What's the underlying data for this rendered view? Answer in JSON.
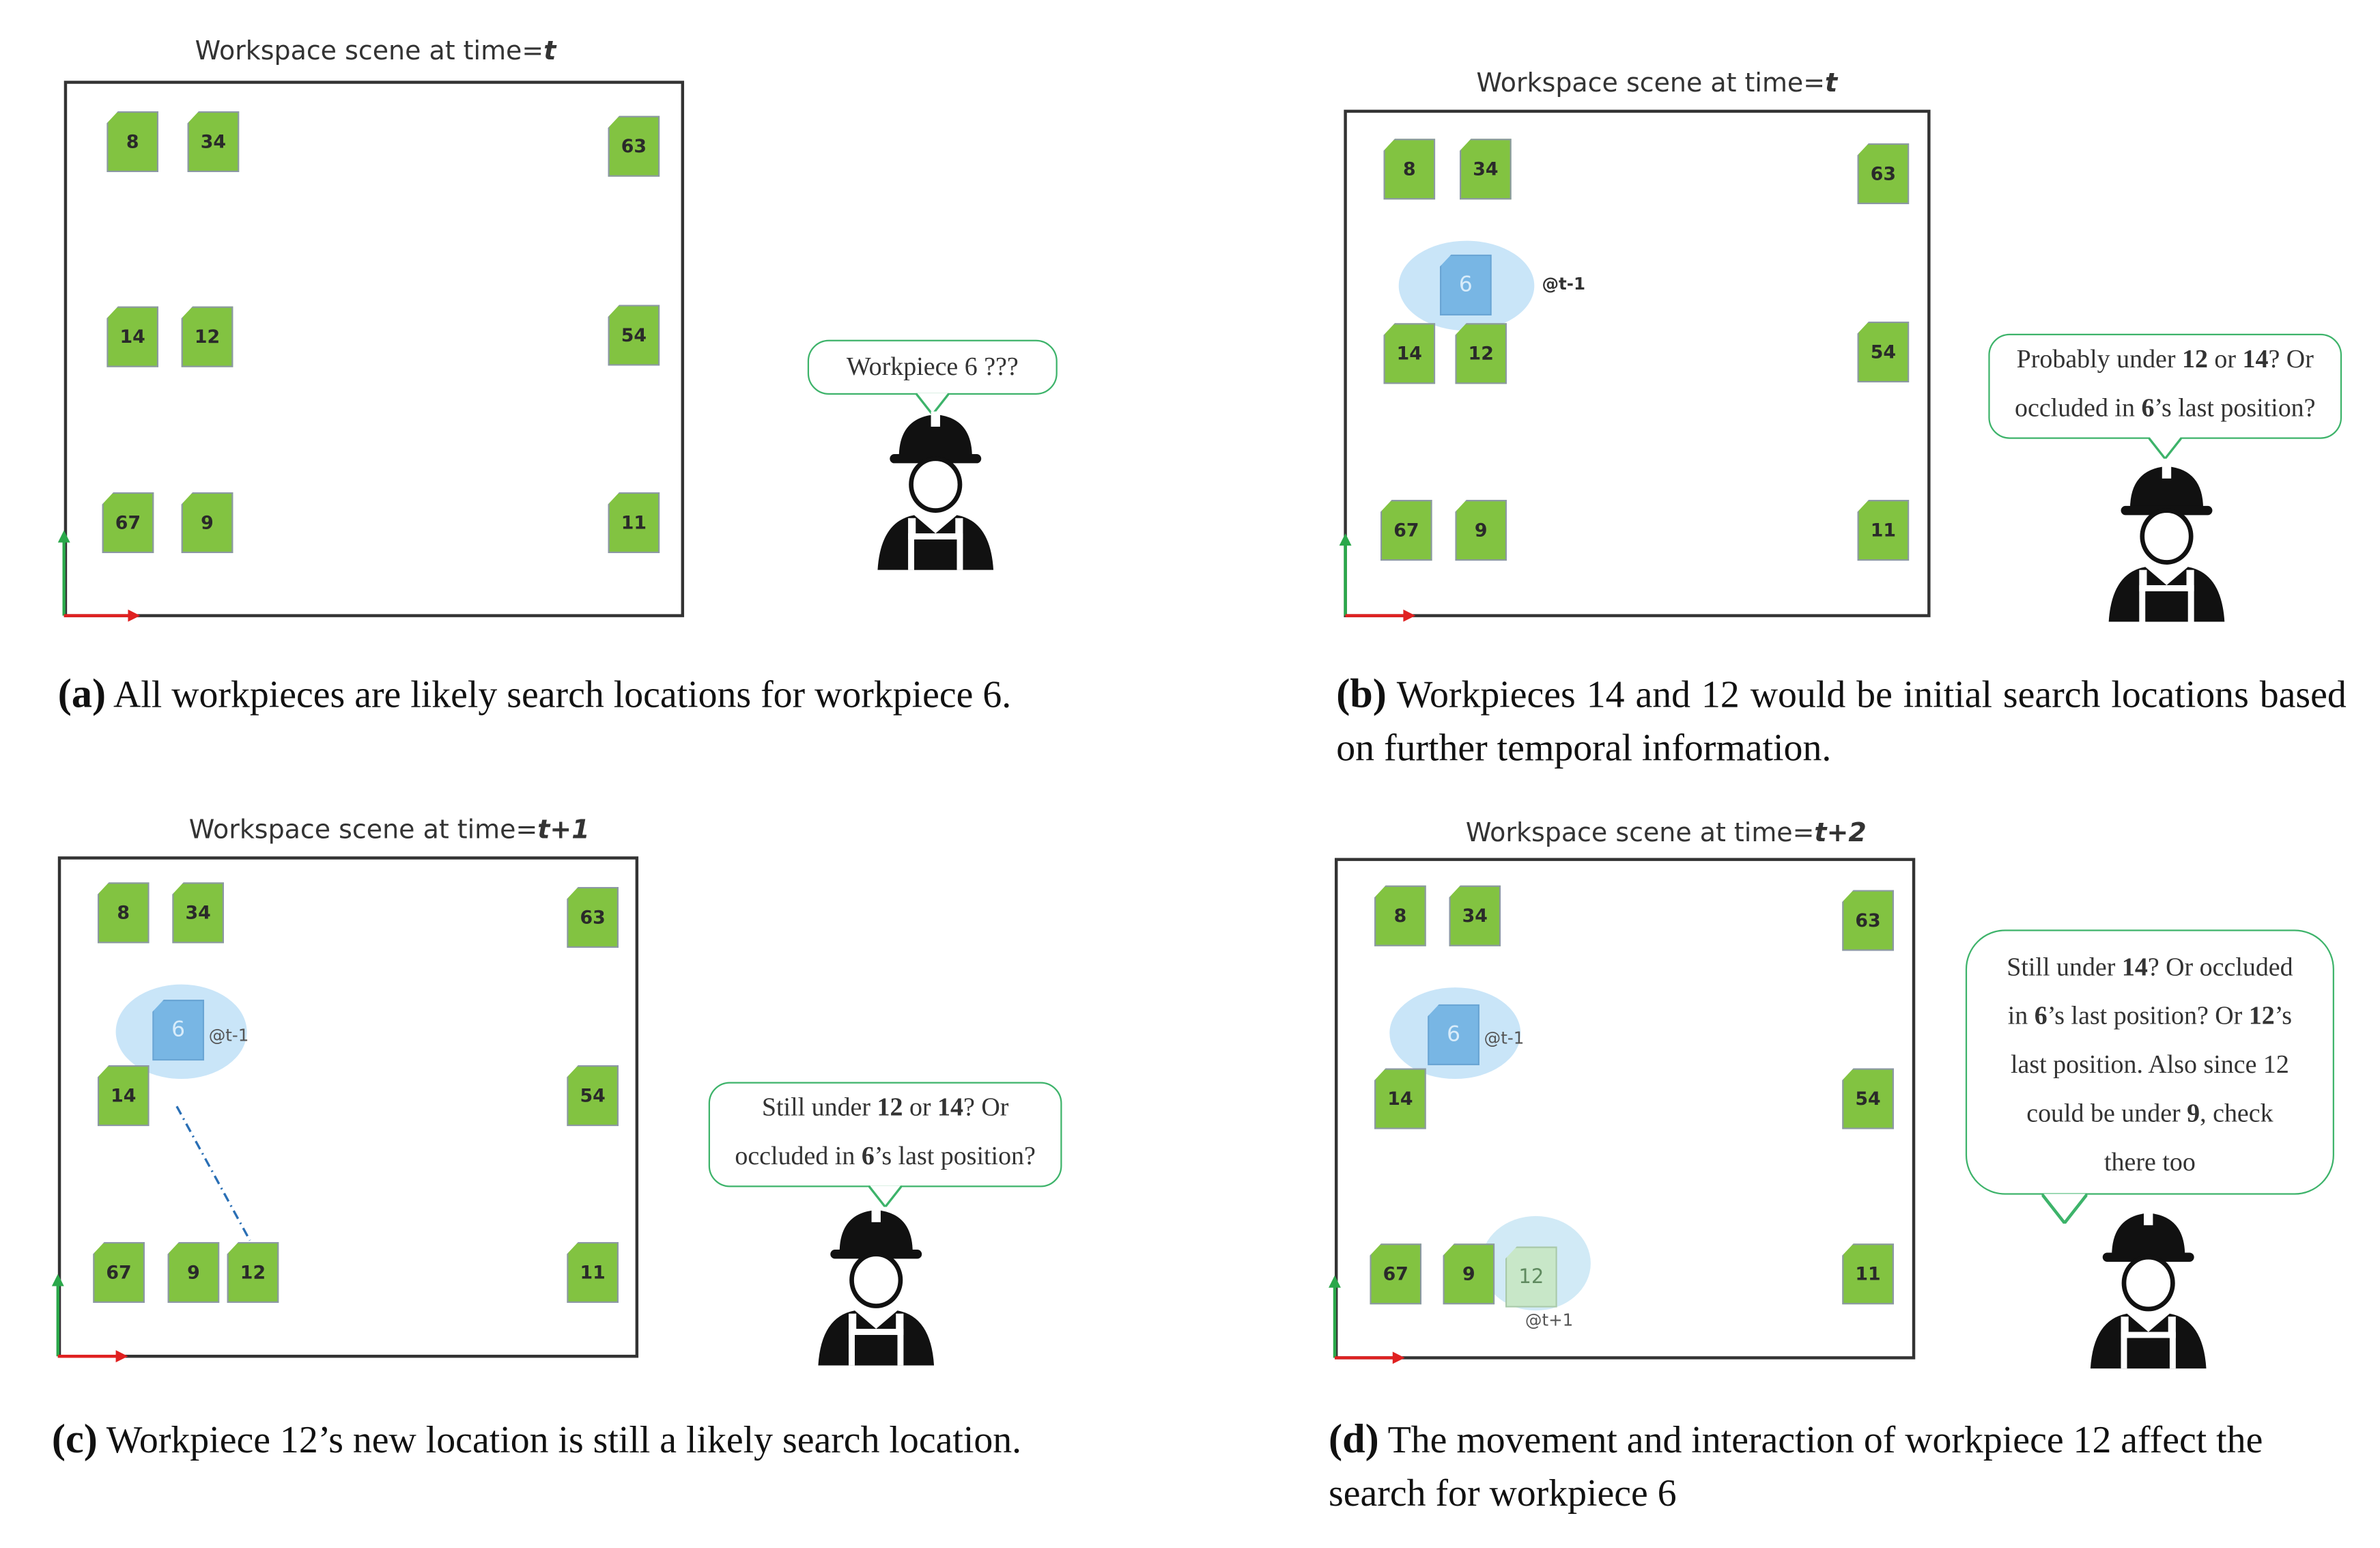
{
  "panels": {
    "a": {
      "title_prefix": "Workspace scene at time=",
      "title_time": "t",
      "workpieces": {
        "w8": "8",
        "w34": "34",
        "w63": "63",
        "w14": "14",
        "w12": "12",
        "w54": "54",
        "w67": "67",
        "w9": "9",
        "w11": "11"
      },
      "bubble": "Workpiece 6 ???",
      "caption_label": "(a)",
      "caption_text": "All workpieces are likely search locations for workpiece 6."
    },
    "b": {
      "title_prefix": "Workspace scene at time=",
      "title_time": "t",
      "workpieces": {
        "w8": "8",
        "w34": "34",
        "w63": "63",
        "w6": "6",
        "w14": "14",
        "w12": "12",
        "w54": "54",
        "w67": "67",
        "w9": "9",
        "w11": "11"
      },
      "tag6": "@t-1",
      "bubble_parts": [
        "Probably under ",
        "12",
        " or ",
        "14",
        "? Or",
        "occluded in ",
        "6",
        "’s last position?"
      ],
      "caption_label": "(b)",
      "caption_text": "Workpieces 14 and 12 would be initial search locations based on further temporal information."
    },
    "c": {
      "title_prefix": "Workspace scene at time=",
      "title_time": "t+1",
      "workpieces": {
        "w8": "8",
        "w34": "34",
        "w63": "63",
        "w6": "6",
        "w14": "14",
        "w54": "54",
        "w67": "67",
        "w9": "9",
        "w12": "12",
        "w11": "11"
      },
      "tag6": "@t-1",
      "bubble_parts": [
        "Still under ",
        "12",
        " or ",
        "14",
        "? Or",
        "occluded in ",
        "6",
        "’s last position?"
      ],
      "caption_label": "(c)",
      "caption_text": "Workpiece 12’s new location is still a likely search location."
    },
    "d": {
      "title_prefix": "Workspace scene at time=",
      "title_time": "t+2",
      "workpieces": {
        "w8": "8",
        "w34": "34",
        "w63": "63",
        "w6": "6",
        "w14": "14",
        "w54": "54",
        "w67": "67",
        "w9": "9",
        "w12": "12",
        "w11": "11"
      },
      "tag6": "@t-1",
      "tag12": "@t+1",
      "bubble_parts": [
        "Still under ",
        "14",
        "? Or occluded",
        "in ",
        "6",
        "’s last position? Or ",
        "12",
        "’s",
        "last position. Also since 12",
        "could be under ",
        "9",
        ", check",
        "there too"
      ],
      "caption_label": "(d)",
      "caption_text": "The movement and interaction of workpiece 12 affect the search for workpiece 6"
    }
  },
  "colors": {
    "workpiece": "#82c341",
    "ghost6": "#78b6e4",
    "halo": "#bfe0f7",
    "bubble_border": "#3db36a",
    "x_axis": "#e02020",
    "y_axis": "#2aa84a"
  }
}
